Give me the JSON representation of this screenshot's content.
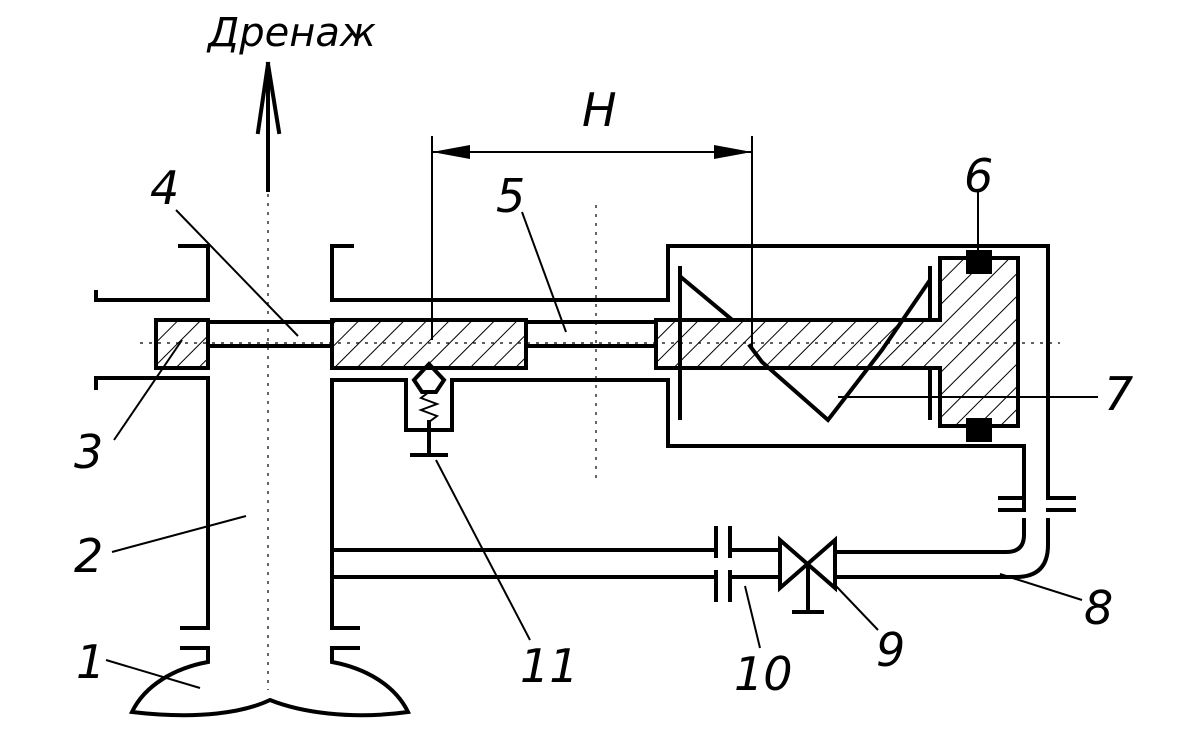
{
  "labels": {
    "drain": "Дренаж",
    "dimension": "H",
    "n1": "1",
    "n2": "2",
    "n3": "3",
    "n4": "4",
    "n5": "5",
    "n6": "6",
    "n7": "7",
    "n8": "8",
    "n9": "9",
    "n10": "10",
    "n11": "11"
  },
  "colors": {
    "ink": "#000000",
    "paper": "#ffffff"
  }
}
